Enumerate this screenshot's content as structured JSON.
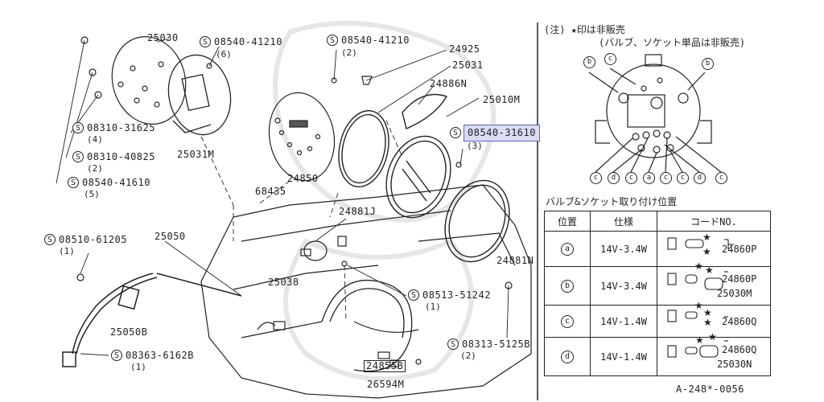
{
  "labels": {
    "p25030": "25030",
    "p25031M": "25031M",
    "p24850": "24850",
    "p68435": "68435",
    "p24925": "24925",
    "p25031": "25031",
    "p24886N": "24886N",
    "p25010M": "25010M",
    "p24881J": "24881J",
    "p24881N": "24881N",
    "p25050": "25050",
    "p25050B": "25050B",
    "p25038": "25038",
    "p24855B": "24855B",
    "p26594M": "26594M"
  },
  "screws": [
    {
      "id": "s1",
      "symbol": "S",
      "code": "08540-41210",
      "qty": "(6)"
    },
    {
      "id": "s2",
      "symbol": "S",
      "code": "08540-41210",
      "qty": "(2)"
    },
    {
      "id": "s3",
      "symbol": "S",
      "code": "08310-31625",
      "qty": "(4)"
    },
    {
      "id": "s4",
      "symbol": "S",
      "code": "08310-40825",
      "qty": "(2)"
    },
    {
      "id": "s5",
      "symbol": "S",
      "code": "08540-41610",
      "qty": "(5)"
    },
    {
      "id": "s6",
      "symbol": "S",
      "code": "08540-31610",
      "qty": "(3)"
    },
    {
      "id": "s7",
      "symbol": "S",
      "code": "08510-61205",
      "qty": "(1)"
    },
    {
      "id": "s8",
      "symbol": "S",
      "code": "08513-51242",
      "qty": "(1)"
    },
    {
      "id": "s9",
      "symbol": "S",
      "code": "08313-5125B",
      "qty": "(2)"
    },
    {
      "id": "s10",
      "symbol": "S",
      "code": "08363-6162B",
      "qty": "(1)"
    }
  ],
  "note": {
    "line1": "(注) ★印は非販売",
    "line2": "(バルブ、ソケット単品は非販売)"
  },
  "socket_letters": [
    "b",
    "c",
    "b",
    "c",
    "d",
    "c",
    "a",
    "c",
    "c",
    "d",
    "c"
  ],
  "bulb_table": {
    "title": "バルブ&ソケット取り付け位置",
    "headers": [
      "位置",
      "仕様",
      "コードNO."
    ],
    "rows": [
      {
        "pos": "a",
        "spec": "14V-3.4W",
        "codes": [
          "24860P"
        ]
      },
      {
        "pos": "b",
        "spec": "14V-3.4W",
        "codes": [
          "24860P",
          "25030M"
        ]
      },
      {
        "pos": "c",
        "spec": "14V-1.4W",
        "codes": [
          "24860Q"
        ]
      },
      {
        "pos": "d",
        "spec": "14V-1.4W",
        "codes": [
          "24860Q",
          "25030N"
        ]
      }
    ]
  },
  "diagram_ref": "A-248*-0056",
  "colors": {
    "line": "#222222",
    "highlight_fill": "#d9dcf2",
    "highlight_border": "#5b62c2",
    "watermark": "#e6e6e6"
  }
}
